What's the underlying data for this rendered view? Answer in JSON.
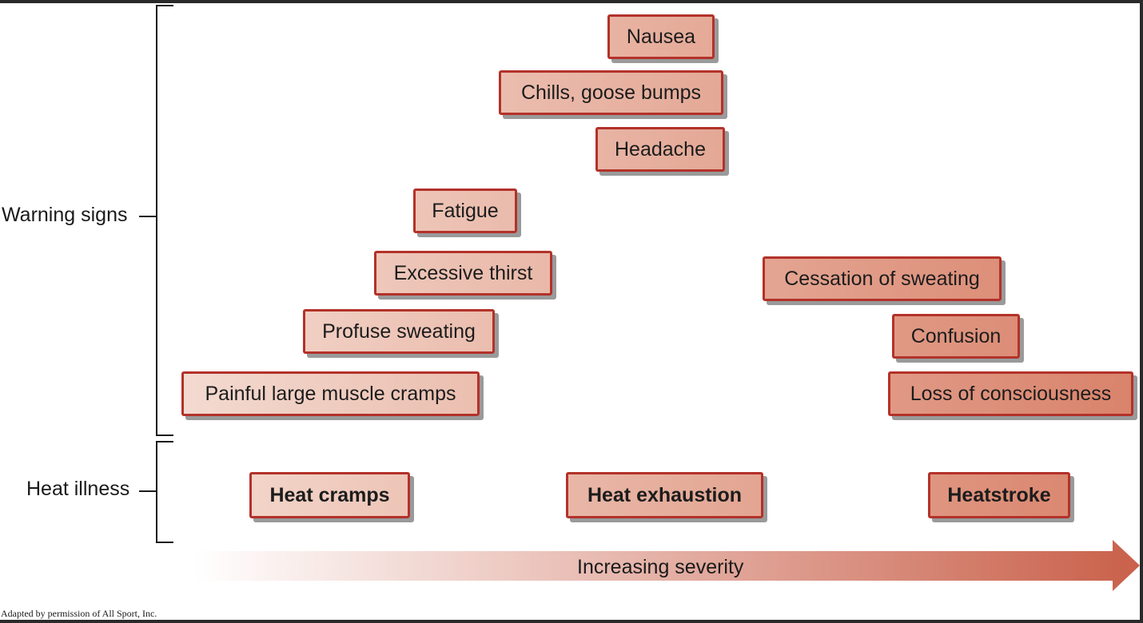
{
  "labels": {
    "warning_signs": "Warning signs",
    "heat_illness": "Heat illness",
    "increasing_severity": "Increasing severity",
    "credit": "Adapted by permission of All Sport, Inc."
  },
  "warning_signs": [
    "Nausea",
    "Chills, goose bumps",
    "Headache",
    "Fatigue",
    "Excessive thirst",
    "Profuse sweating",
    "Painful large muscle cramps",
    "Cessation of sweating",
    "Confusion",
    "Loss of consciousness"
  ],
  "heat_illnesses": [
    "Heat cramps",
    "Heat exhaustion",
    "Heatstroke"
  ],
  "colors": {
    "box_border": "#b3322a",
    "box_fill_light": "#f4dcd2",
    "box_fill_dark": "#d9826a",
    "arrow_start": "#ffffff",
    "arrow_end": "#c9604a"
  }
}
